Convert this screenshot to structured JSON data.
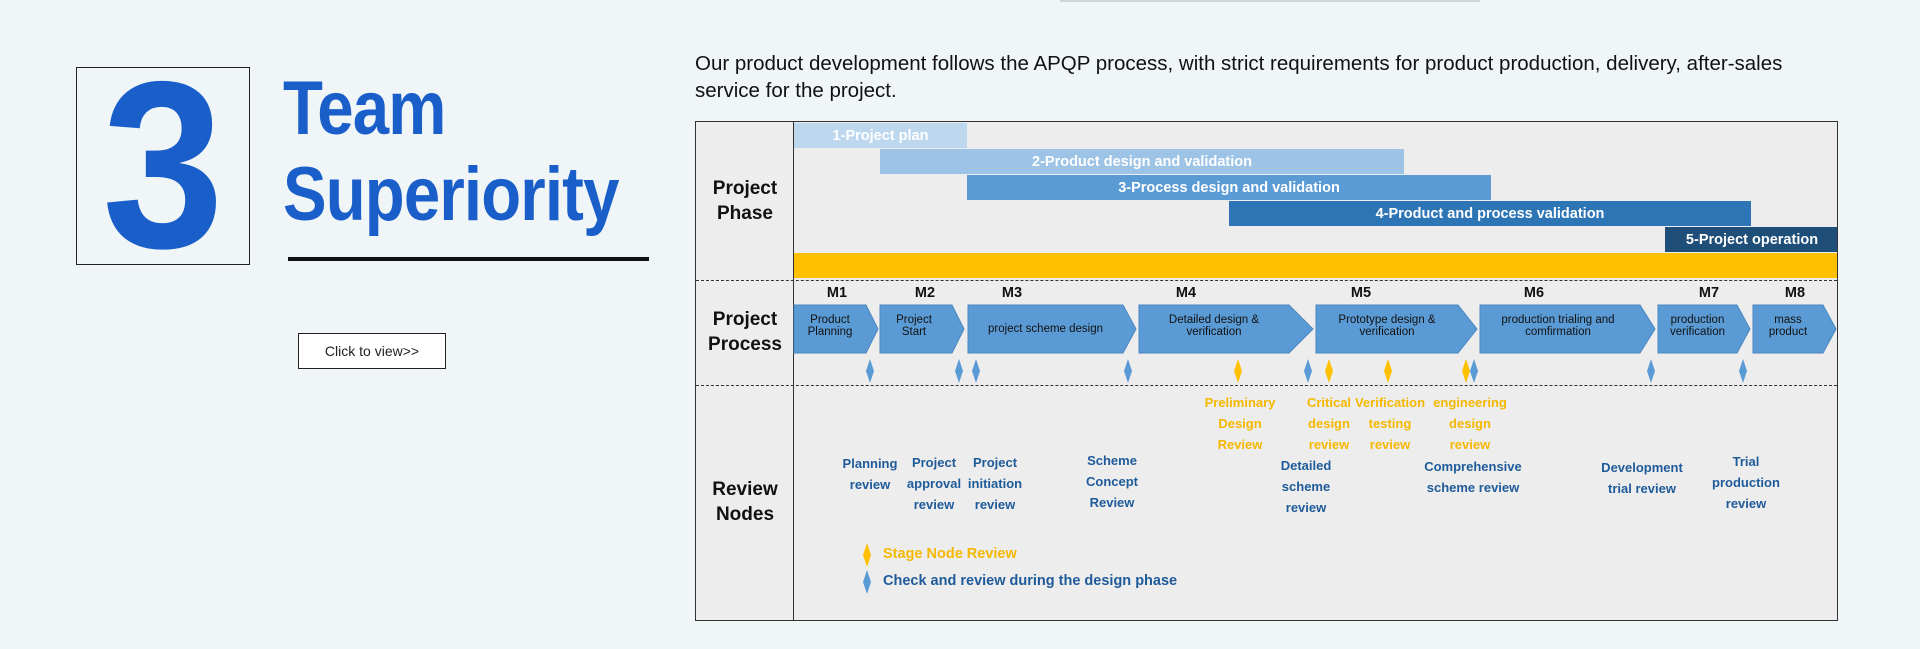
{
  "section": {
    "number": "3",
    "title_line1": "Team",
    "title_line2": "Superiority",
    "view_button": "Click to view>>"
  },
  "intro_text": "Our product development follows the APQP process, with strict requirements for product production, delivery, after-sales service for the project.",
  "colors": {
    "accent_blue": "#1a5fc9",
    "phase_1": "#bdd7ee",
    "phase_2": "#9dc3e6",
    "phase_3": "#5b9bd5",
    "phase_4": "#2e75b6",
    "phase_5": "#1f4e79",
    "yellow": "#ffc000",
    "arrow_fill": "#5b9bd5",
    "review_gold": "#f5b800",
    "review_blue": "#1f5b9a"
  },
  "diagram": {
    "row_labels": {
      "phase": [
        "Project",
        "Phase"
      ],
      "process": [
        "Project",
        "Process"
      ],
      "review": [
        "Review",
        "Nodes"
      ]
    },
    "phases": [
      "1-Project plan",
      "2-Product design and validation",
      "3-Process design and validation",
      "4-Product and process validation",
      "5-Project operation"
    ],
    "milestones": [
      "M1",
      "M2",
      "M3",
      "M4",
      "M5",
      "M6",
      "M7",
      "M8"
    ],
    "process_steps": [
      [
        "Product",
        "Planning"
      ],
      [
        "Project",
        "Start"
      ],
      [
        "project scheme design"
      ],
      [
        "Detailed design &",
        "verification"
      ],
      [
        "Prototype design &",
        "verification"
      ],
      [
        "production trialing and",
        "comfirmation"
      ],
      [
        "production",
        "verification"
      ],
      [
        "mass",
        "product"
      ]
    ],
    "stage_reviews": [
      [
        "Preliminary",
        "Design",
        "Review"
      ],
      [
        "Critical",
        "design",
        "review"
      ],
      [
        "Verification",
        "testing",
        "review"
      ],
      [
        "engineering",
        "design",
        "review"
      ]
    ],
    "design_reviews": [
      [
        "Planning",
        "review"
      ],
      [
        "Project",
        "approval",
        "review"
      ],
      [
        "Project",
        "initiation",
        "review"
      ],
      [
        "Scheme",
        "Concept",
        "Review"
      ],
      [
        "Detailed",
        "scheme",
        "review"
      ],
      [
        "Comprehensive",
        "scheme review"
      ],
      [
        "Development",
        "trial review"
      ],
      [
        "Trial",
        "production",
        "review"
      ]
    ],
    "legend": {
      "stage": "Stage Node Review",
      "design": "Check and review during the design phase"
    }
  }
}
